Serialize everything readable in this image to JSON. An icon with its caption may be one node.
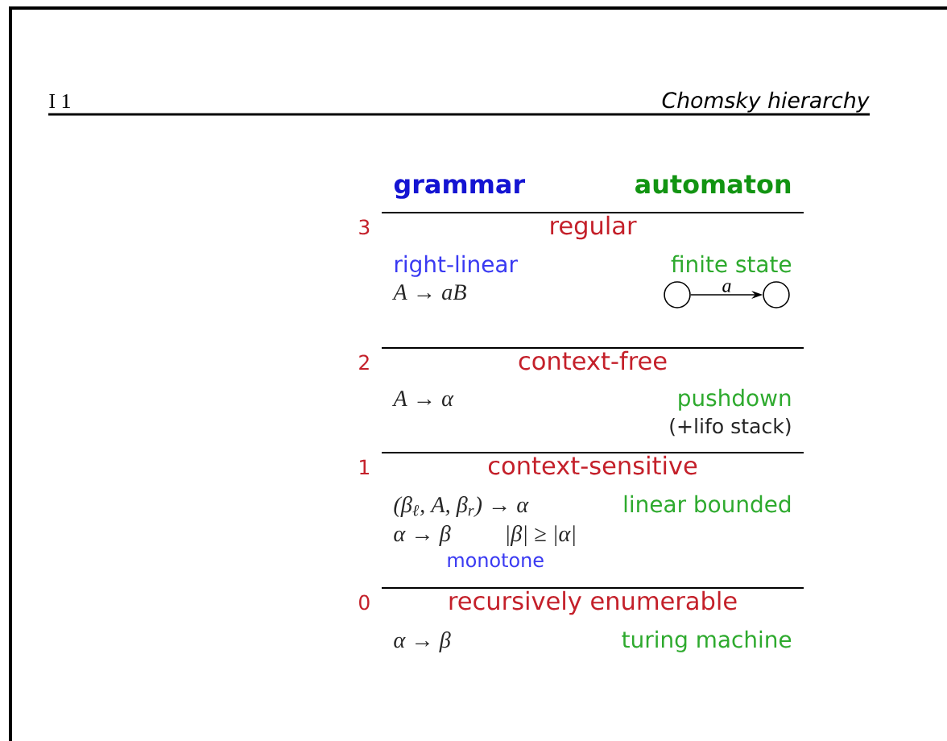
{
  "diagram": {
    "title": "Chomsky hierarchy",
    "nodes": [
      {
        "text": [],
        "shape": "circle"
      },
      {
        "text": [],
        "shape": "circle"
      }
    ],
    "edges": [
      {
        "from": 0,
        "to": 1,
        "arrow": "to",
        "label": "a"
      }
    ],
    "labels": [
      "I 1",
      "grammar",
      "automaton",
      "3",
      "regular",
      "right-linear",
      "finite state",
      "A → aB",
      "2",
      "context-free",
      "A → α",
      "pushdown",
      "(+lifo stack)",
      "1",
      "context-sensitive",
      "(β$_{ℓ}$, A, β$_{r}$) → α",
      "linear bounded",
      "α → β",
      "|β| ≥ |α|",
      "monotone",
      "0",
      "recursively enumerable",
      "α → β",
      "turing machine"
    ]
  }
}
